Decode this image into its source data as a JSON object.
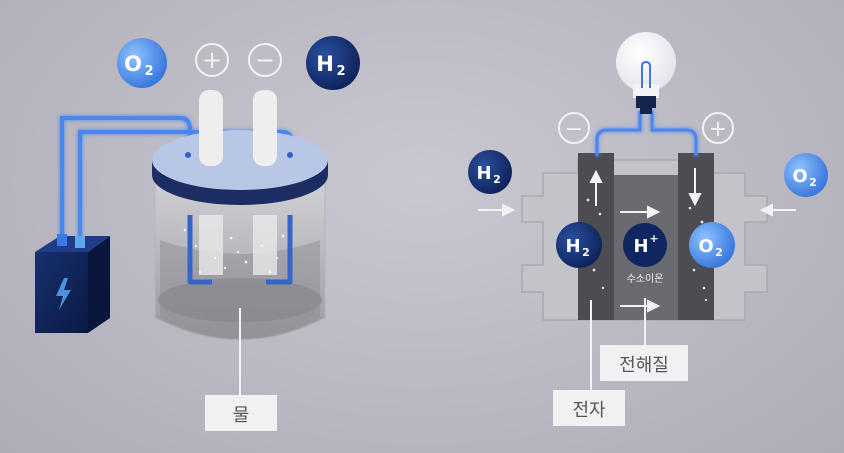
{
  "electrolysis": {
    "o2": {
      "base": "O",
      "sub": "2"
    },
    "h2": {
      "base": "H",
      "sub": "2"
    },
    "plus_symbol": "+",
    "minus_symbol": "−",
    "water_label": "물",
    "battery_icon": "lightning-icon"
  },
  "fuel_cell": {
    "minus_symbol": "−",
    "plus_symbol": "+",
    "h2_outer": {
      "base": "H",
      "sub": "2"
    },
    "o2_outer": {
      "base": "O",
      "sub": "2"
    },
    "h2_inner": {
      "base": "H",
      "sub": "2"
    },
    "h_ion": {
      "base": "H",
      "sup": "+"
    },
    "o2_inner": {
      "base": "O",
      "sub": "2"
    },
    "ion_caption": "수소이온",
    "electrolyte_label": "전해질",
    "electron_label": "전자",
    "bulb_icon": "light-bulb-icon"
  },
  "colors": {
    "dark_blue": "#0f2a6b",
    "light_blue": "#4f8fe0",
    "wire_blue": "#3c78e6",
    "tank_lid": "#1c2d63",
    "lid_top": "#b8c7e6"
  }
}
